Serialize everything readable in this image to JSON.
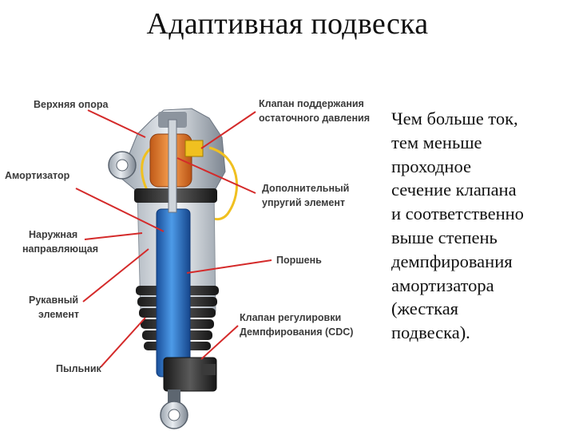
{
  "title": "Адаптивная подвеска",
  "side_text": [
    "Чем больше ток,",
    "тем меньше",
    "проходное",
    "сечение клапана",
    "и соответственно",
    "выше степень",
    "демпфирования",
    "амортизатора",
    "(жесткая",
    "подвеска)."
  ],
  "labels": {
    "upper_mount": "Верхняя опора",
    "shock_absorber": "Амортизатор",
    "outer_guide_1": "Наружная",
    "outer_guide_2": "направляющая",
    "sleeve_1": "Рукавный",
    "sleeve_2": "элемент",
    "dust_boot": "Пыльник",
    "residual_valve_1": "Клапан поддержания",
    "residual_valve_2": "остаточного давления",
    "extra_spring_1": "Дополнительный",
    "extra_spring_2": "упругий элемент",
    "piston": "Поршень",
    "cdc_valve_1": "Клапан регулировки",
    "cdc_valve_2": "Демпфирования (CDC)"
  },
  "colors": {
    "leader_line": "#d42a2a",
    "label_text": "#3a3a3a",
    "shock_blue": "#2f7fd6",
    "rubber_dark": "#2a2a2a",
    "spring_orange": "#e87b2a",
    "wire_yellow": "#f0c020"
  }
}
